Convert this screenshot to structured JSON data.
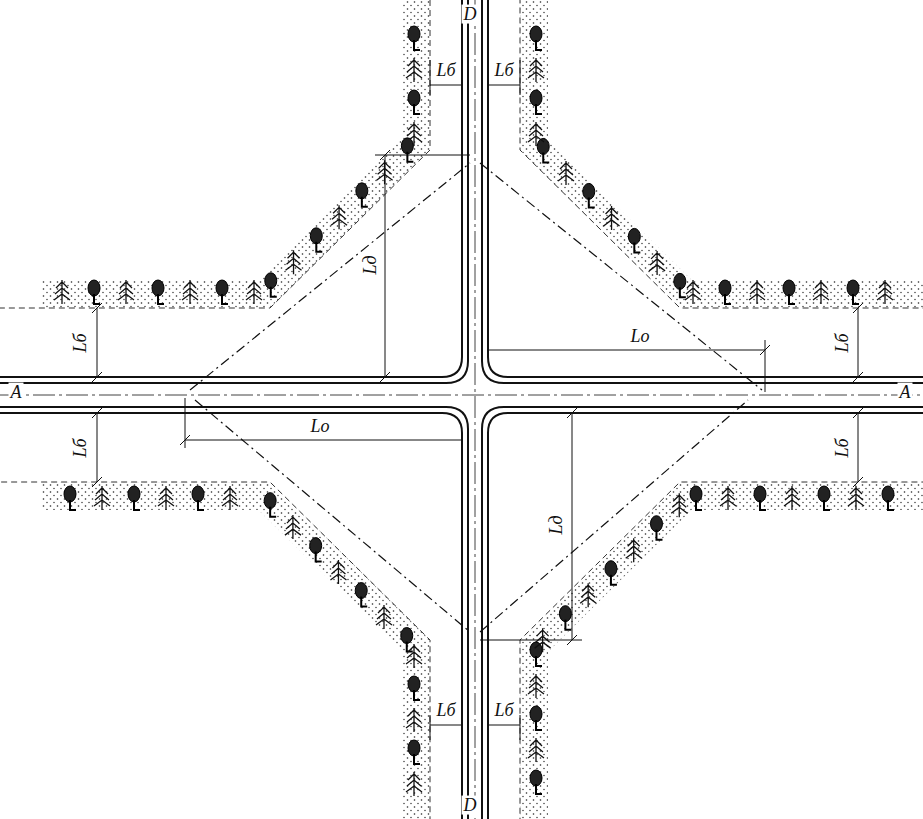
{
  "diagram": {
    "labels": [
      "D",
      "Lб",
      "Lб",
      "Lд",
      "Lо",
      "Lб",
      "Lб",
      "A",
      "A",
      "Lб",
      "Lб",
      "Lо",
      "Lд",
      "Lб",
      "Lб",
      "D"
    ]
  }
}
